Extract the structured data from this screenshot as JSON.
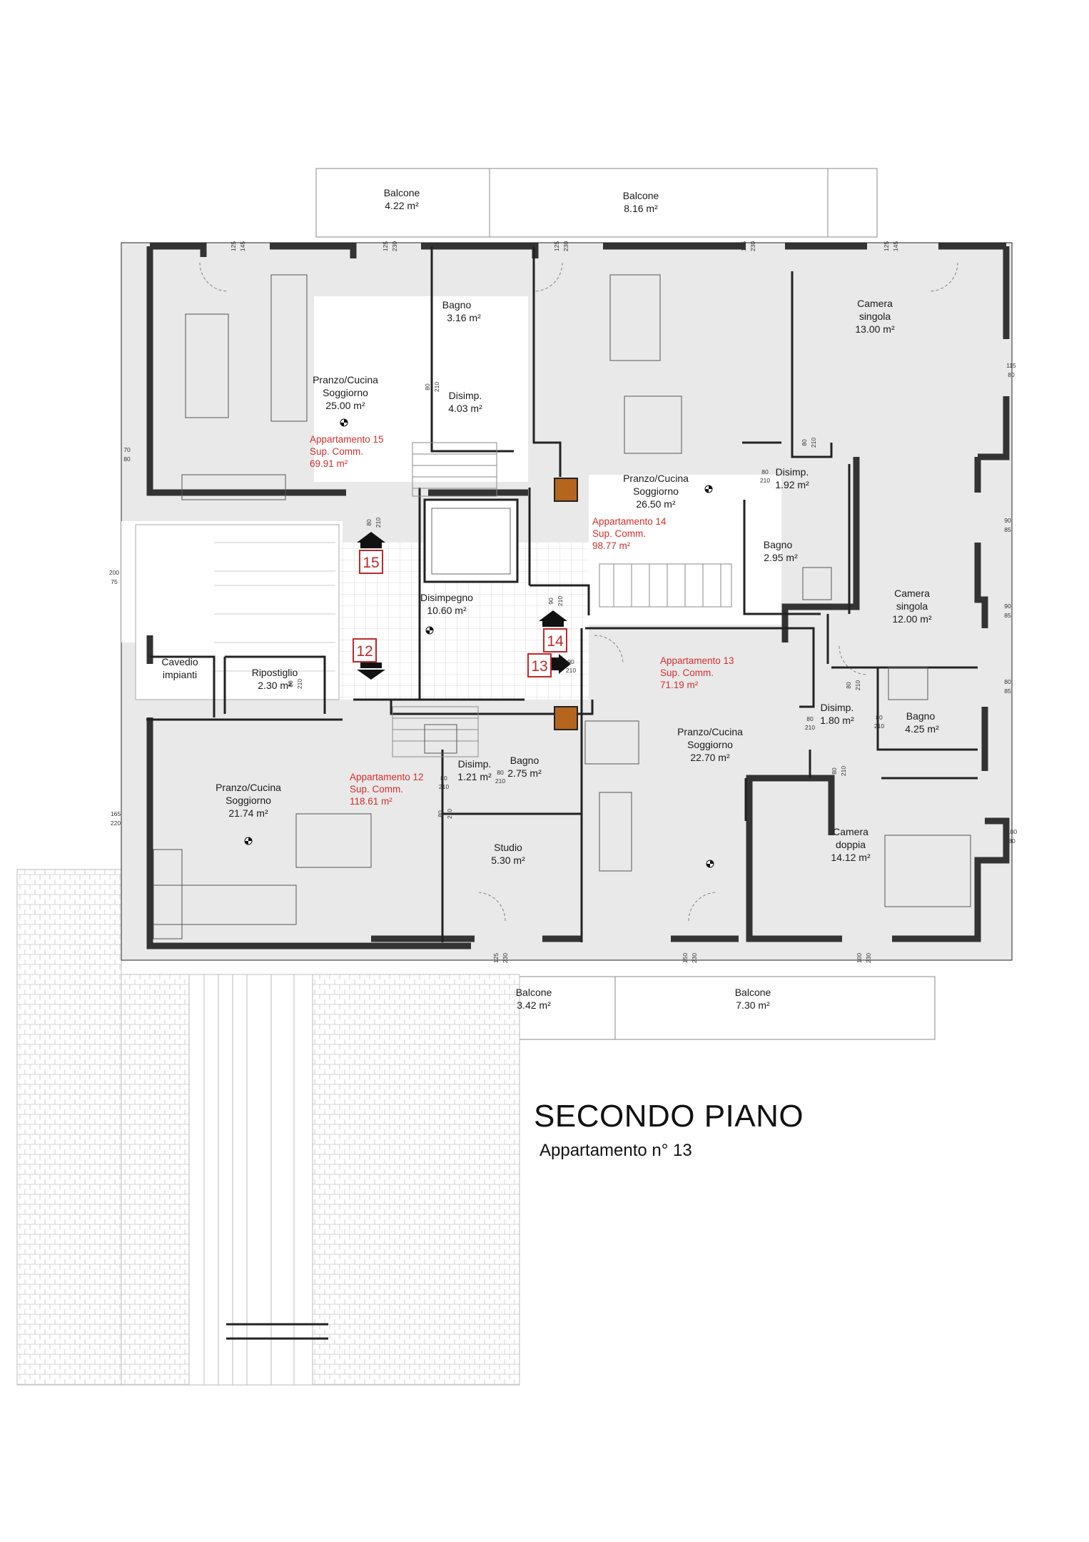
{
  "title": "SECONDO PIANO",
  "subtitle": "Appartamento n° 13",
  "balconies": [
    {
      "name": "Balcone",
      "area": "4.22 m²"
    },
    {
      "name": "Balcone",
      "area": "8.16 m²"
    },
    {
      "name": "Balcone",
      "area": "3.42 m²"
    },
    {
      "name": "Balcone",
      "area": "7.30 m²"
    }
  ],
  "rooms": [
    {
      "name": "Pranzo/Cucina",
      "name2": "Soggiorno",
      "area": "25.00 m²"
    },
    {
      "name": "Bagno",
      "area": "3.16 m²"
    },
    {
      "name": "Disimp.",
      "area": "4.03 m²"
    },
    {
      "name": "Camera",
      "name2": "singola",
      "area": "13.00 m²"
    },
    {
      "name": "Pranzo/Cucina",
      "name2": "Soggiorno",
      "area": "26.50 m²"
    },
    {
      "name": "Disimp.",
      "area": "1.92 m²"
    },
    {
      "name": "Bagno",
      "area": "2.95 m²"
    },
    {
      "name": "Disimpegno",
      "area": "10.60 m²"
    },
    {
      "name": "Camera",
      "name2": "singola",
      "area": "12.00 m²"
    },
    {
      "name": "Cavedio",
      "name2": "impianti"
    },
    {
      "name": "Ripostiglio",
      "area": "2.30 m²"
    },
    {
      "name": "Disimp.",
      "area": "1.21 m²"
    },
    {
      "name": "Bagno",
      "area": "2.75 m²"
    },
    {
      "name": "Pranzo/Cucina",
      "name2": "Soggiorno",
      "area": "21.74 m²"
    },
    {
      "name": "Studio",
      "area": "5.30 m²"
    },
    {
      "name": "Pranzo/Cucina",
      "name2": "Soggiorno",
      "area": "22.70 m²"
    },
    {
      "name": "Disimp.",
      "area": "1.80 m²"
    },
    {
      "name": "Bagno",
      "area": "4.25 m²"
    },
    {
      "name": "Camera",
      "name2": "doppia",
      "area": "14.12 m²"
    }
  ],
  "apartments": [
    {
      "name": "Appartamento 15",
      "label": "Sup. Comm.",
      "area": "69.91 m²"
    },
    {
      "name": "Appartamento 14",
      "label": "Sup. Comm.",
      "area": "98.77 m²"
    },
    {
      "name": "Appartamento 13",
      "label": "Sup. Comm.",
      "area": "71.19 m²"
    },
    {
      "name": "Appartamento 12",
      "label": "Sup. Comm.",
      "area": "118.61 m²"
    }
  ],
  "tags": [
    "15",
    "14",
    "12",
    "13"
  ],
  "dimensions": [
    "125",
    "145",
    "125",
    "230",
    "125",
    "230",
    "125",
    "230",
    "125",
    "145",
    "115",
    "80",
    "70",
    "80",
    "200",
    "75",
    "90",
    "85",
    "90",
    "85",
    "80",
    "85",
    "165",
    "220",
    "100",
    "80",
    "125",
    "230",
    "150",
    "230",
    "100",
    "230",
    "80",
    "210",
    "80",
    "210",
    "80",
    "210",
    "80",
    "210",
    "90",
    "210",
    "80",
    "210",
    "90",
    "210",
    "80",
    "210",
    "80",
    "210",
    "80",
    "210",
    "80",
    "210",
    "80",
    "210",
    "80",
    "210",
    "80",
    "210"
  ],
  "colors": {
    "wall": "#333333",
    "floor": "#e9e9e9",
    "annotation": "#d62d2d",
    "tag": "#c0282b"
  }
}
